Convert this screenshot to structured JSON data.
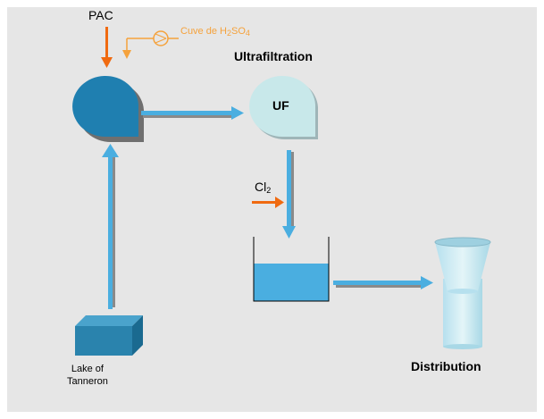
{
  "labels": {
    "pac": "PAC",
    "acid_tank_prefix": "Cuve de H",
    "acid_sub_1": "2",
    "acid_mid": "SO",
    "acid_sub_2": "4",
    "ultrafiltration": "Ultrafiltration",
    "uf": "UF",
    "chlorine": "Cl",
    "chlorine_sub": "2",
    "lake_line1": "Lake of",
    "lake_line2": "Tanneron",
    "distribution": "Distribution"
  },
  "colors": {
    "background": "#e6e6e6",
    "pipe": "#4aaee0",
    "pipe_shadow": "#8a8a8a",
    "coagulation_tank": "#1f7fb0",
    "uf_unit": "#c8e8ea",
    "storage_water": "#4aaee0",
    "lake_block": "#2a83ad",
    "dosing_orange": "#f06a10",
    "acid_line": "#f5a23c"
  },
  "icons": {
    "pump": "pump-icon",
    "tower": "water-tower-icon"
  }
}
